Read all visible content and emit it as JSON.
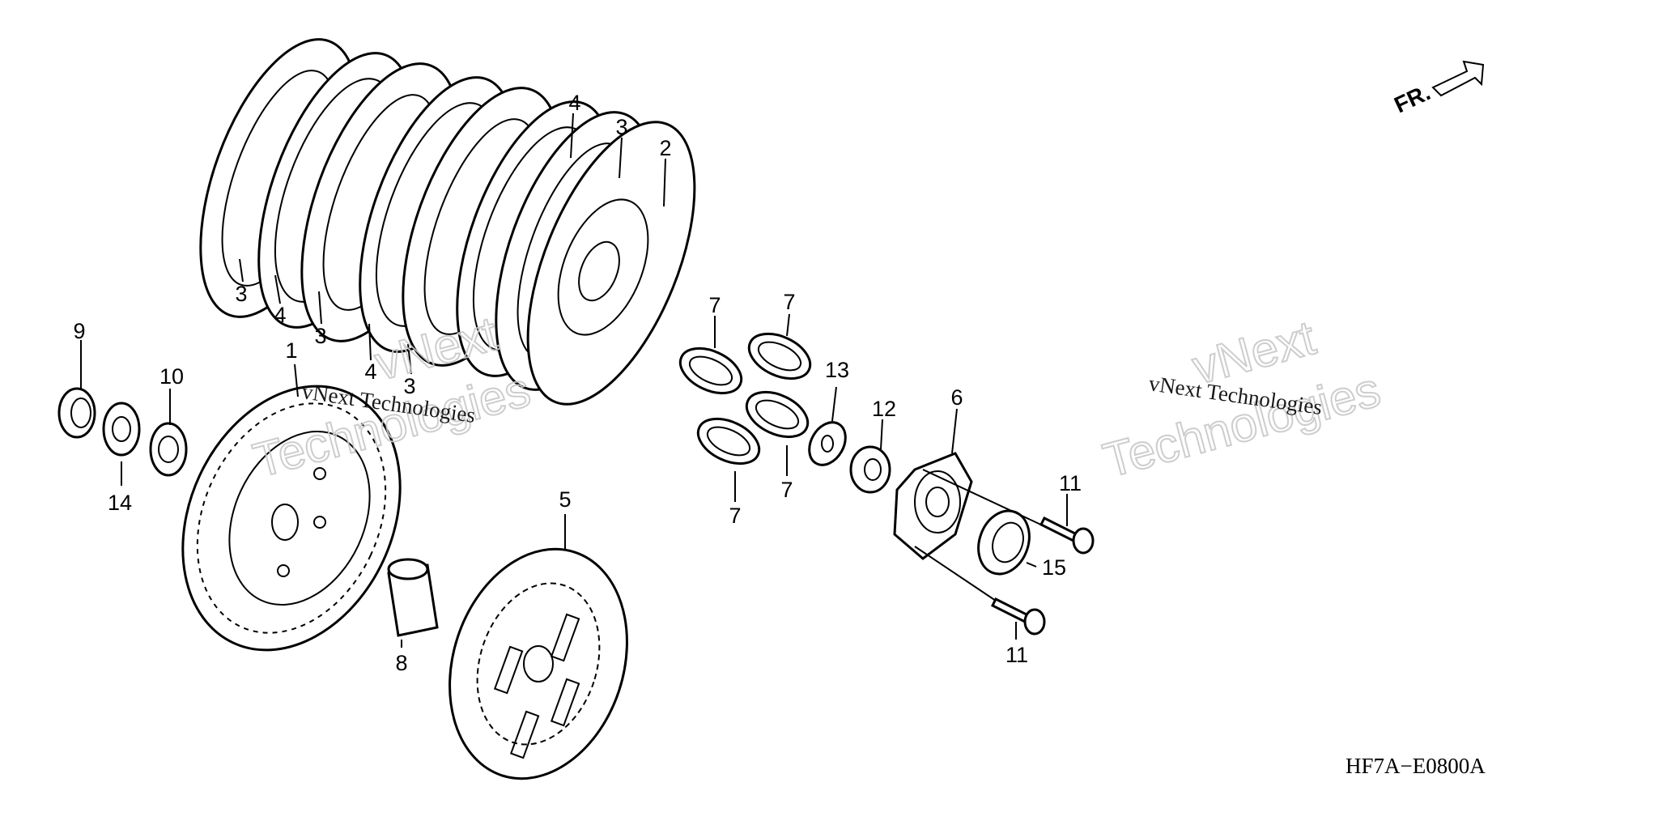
{
  "diagram": {
    "drawing_code": "HF7A−E0800A",
    "direction_label": "FR.",
    "watermark": {
      "line1": "vNext",
      "line2": "Technologies",
      "small": "vNext Technologies"
    },
    "callouts": [
      {
        "id": "c1",
        "text": "1"
      },
      {
        "id": "c2",
        "text": "2"
      },
      {
        "id": "c3a",
        "text": "3"
      },
      {
        "id": "c3b",
        "text": "3"
      },
      {
        "id": "c3c",
        "text": "3"
      },
      {
        "id": "c3d",
        "text": "3"
      },
      {
        "id": "c4a",
        "text": "4"
      },
      {
        "id": "c4b",
        "text": "4"
      },
      {
        "id": "c4c",
        "text": "4"
      },
      {
        "id": "c5",
        "text": "5"
      },
      {
        "id": "c6",
        "text": "6"
      },
      {
        "id": "c7a",
        "text": "7"
      },
      {
        "id": "c7b",
        "text": "7"
      },
      {
        "id": "c7c",
        "text": "7"
      },
      {
        "id": "c7d",
        "text": "7"
      },
      {
        "id": "c8",
        "text": "8"
      },
      {
        "id": "c9",
        "text": "9"
      },
      {
        "id": "c10",
        "text": "10"
      },
      {
        "id": "c11a",
        "text": "11"
      },
      {
        "id": "c11b",
        "text": "11"
      },
      {
        "id": "c12",
        "text": "12"
      },
      {
        "id": "c13",
        "text": "13"
      },
      {
        "id": "c14",
        "text": "14"
      },
      {
        "id": "c15",
        "text": "15"
      }
    ]
  }
}
